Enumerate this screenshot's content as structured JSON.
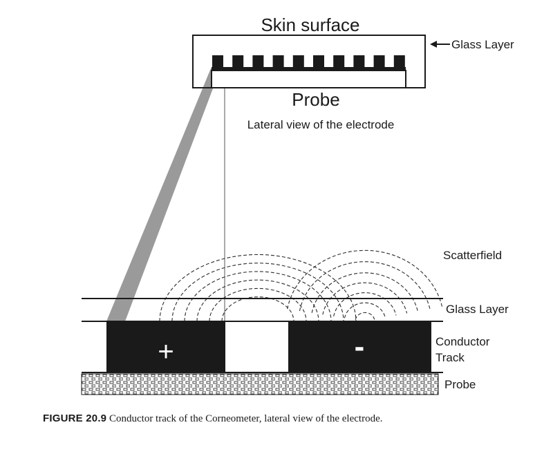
{
  "top_view": {
    "skin_surface": "Skin surface",
    "glass_layer": "Glass Layer",
    "probe": "Probe",
    "lateral_view": "Lateral view of the electrode"
  },
  "bottom_view": {
    "scatterfield": "Scatterfield",
    "glass_layer": "Glass Layer",
    "conductor_track_line1": "Conductor",
    "conductor_track_line2": "Track",
    "probe": "Probe",
    "plus_sign": "+",
    "minus_sign": "-"
  },
  "caption": {
    "figure_label": "FIGURE 20.9",
    "text": "Conductor track of the Corneometer, lateral view of the electrode."
  },
  "colors": {
    "ink": "#1a1a1a",
    "wedge": "#9a9a9a",
    "dash": "#2a2a2a"
  }
}
